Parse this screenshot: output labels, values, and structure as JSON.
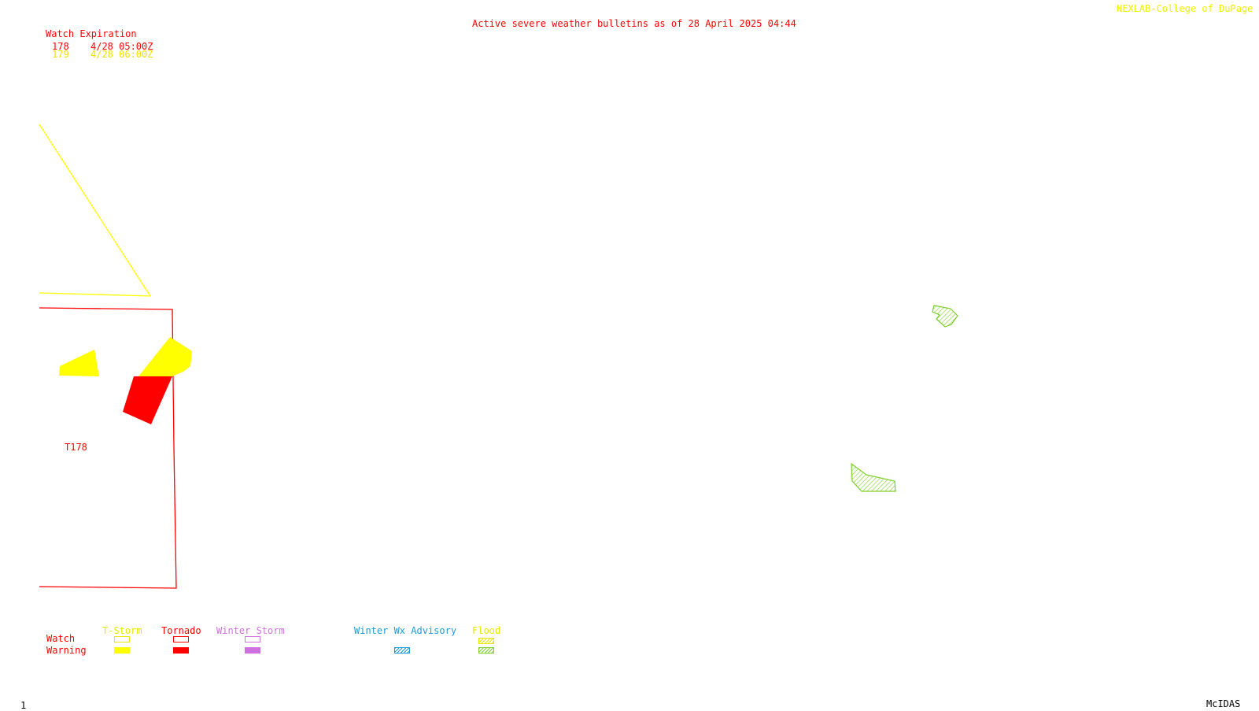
{
  "header": {
    "title": "Active severe weather bulletins as of 28 April 2025 04:44",
    "credit": "NEXLAB-College of DuPage R"
  },
  "watch_expiration": {
    "heading": "Watch Expiration",
    "rows": [
      {
        "id": "178",
        "expires": "4/28 05:00Z",
        "color": "#ff0000"
      },
      {
        "id": "179",
        "expires": "4/28 06:00Z",
        "color": "#f0e000"
      }
    ]
  },
  "map": {
    "watch_label": "T178",
    "colors": {
      "tornado": "#ff0000",
      "tstorm": "#ffff00",
      "flood": "#7fcf2b"
    }
  },
  "legend": {
    "row_labels": {
      "watch": "Watch",
      "warning": "Warning"
    },
    "columns": [
      {
        "label": "T-Storm",
        "color": "#e8e800"
      },
      {
        "label": "Tornado",
        "color": "#ff0000"
      },
      {
        "label": "Winter Storm",
        "color": "#d070e0"
      },
      {
        "label": "Winter Wx Advisory",
        "color": "#1e9bd7"
      },
      {
        "label": "Flood",
        "color": "#7fcf2b"
      }
    ]
  },
  "footer": {
    "frame_number": "1",
    "software": "McIDAS"
  }
}
